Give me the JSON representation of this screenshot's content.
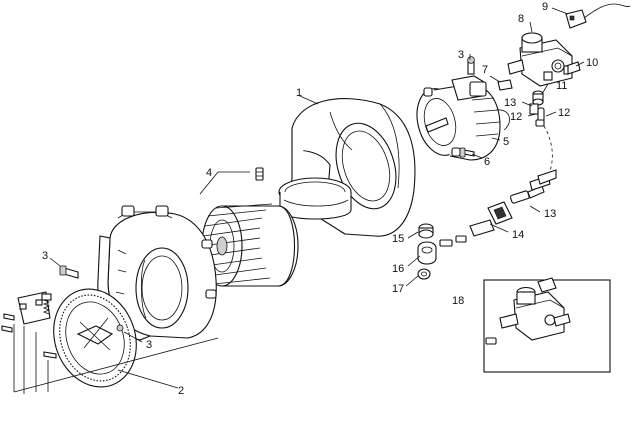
{
  "callouts": {
    "c1": "1",
    "c2": "2",
    "c3a": "3",
    "c3b": "3",
    "c3c": "3",
    "c4": "4",
    "c5": "5",
    "c6": "6",
    "c7": "7",
    "c8": "8",
    "c9": "9",
    "c10": "10",
    "c11": "11",
    "c12a": "12",
    "c12b": "12",
    "c13a": "13",
    "c13b": "13",
    "c14": "14",
    "c15": "15",
    "c16": "16",
    "c17": "17",
    "c18": "18"
  }
}
